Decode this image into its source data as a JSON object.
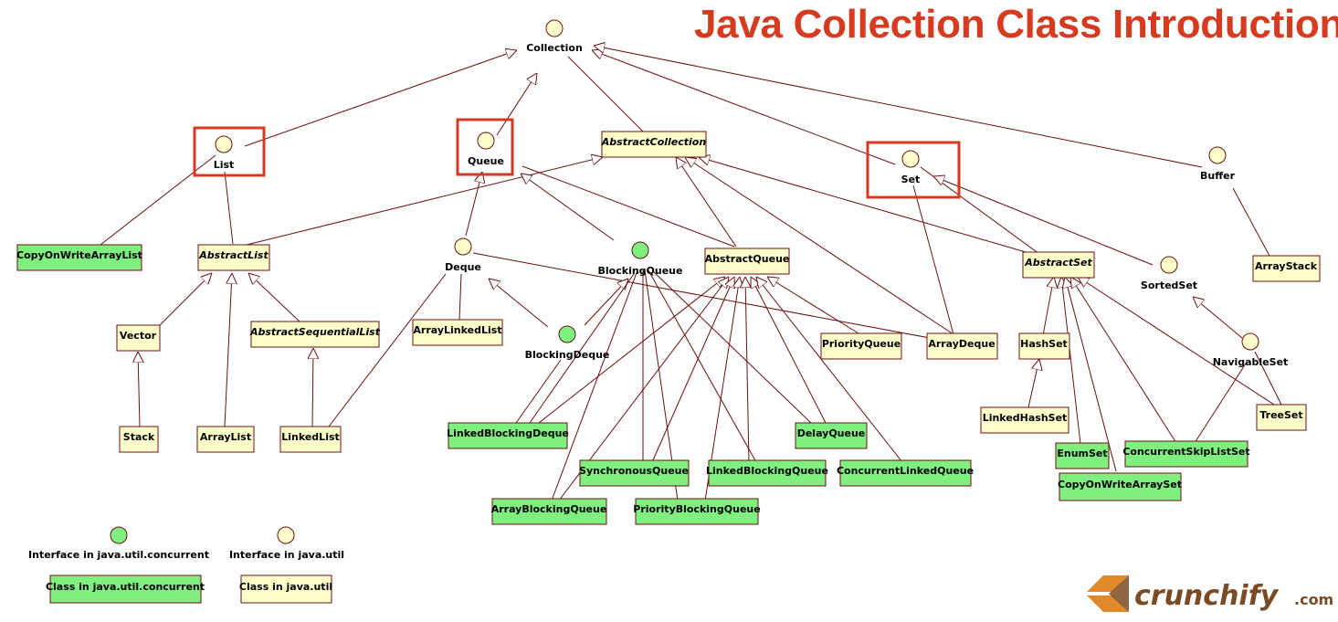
{
  "title": "Java Collection Class Introduction",
  "colors": {
    "util": "#ffffcc",
    "concurrent": "#7ff07f",
    "line": "#6b0f0f",
    "highlight": "#d43a20",
    "title": "#d63b1f",
    "logo_orange": "#e0892b",
    "logo_brown": "#7a4a24"
  },
  "nodes": {
    "collection": "Collection",
    "list": "List",
    "queue": "Queue",
    "abstract_collection": "AbstractCollection",
    "set": "Set",
    "buffer": "Buffer",
    "copy_on_write_array_list": "CopyOnWriteArrayList",
    "abstract_list": "AbstractList",
    "deque": "Deque",
    "blocking_queue": "BlockingQueue",
    "abstract_queue": "AbstractQueue",
    "abstract_set": "AbstractSet",
    "sorted_set": "SortedSet",
    "array_stack": "ArrayStack",
    "vector": "Vector",
    "abstract_sequential_list": "AbstractSequentialList",
    "array_linked_list": "ArrayLinkedList",
    "blocking_deque": "BlockingDeque",
    "priority_queue": "PriorityQueue",
    "array_deque": "ArrayDeque",
    "hash_set": "HashSet",
    "navigable_set": "NavigableSet",
    "stack": "Stack",
    "array_list": "ArrayList",
    "linked_list": "LinkedList",
    "linked_blocking_deque": "LinkedBlockingDeque",
    "delay_queue": "DelayQueue",
    "linked_hash_set": "LinkedHashSet",
    "tree_set": "TreeSet",
    "enum_set": "EnumSet",
    "concurrent_skip_list_set": "ConcurrentSkipListSet",
    "synchronous_queue": "SynchronousQueue",
    "linked_blocking_queue": "LinkedBlockingQueue",
    "concurrent_linked_queue": "ConcurrentLinkedQueue",
    "copy_on_write_array_set": "CopyOnWriteArraySet",
    "array_blocking_queue": "ArrayBlockingQueue",
    "priority_blocking_queue": "PriorityBlockingQueue"
  },
  "legend": {
    "interface_concurrent": "Interface in java.util.concurrent",
    "interface_util": "Interface in java.util",
    "class_concurrent": "Class in java.util.concurrent",
    "class_util": "Class in java.util"
  },
  "logo": {
    "word": "crunchify",
    "suffix": ".com"
  }
}
